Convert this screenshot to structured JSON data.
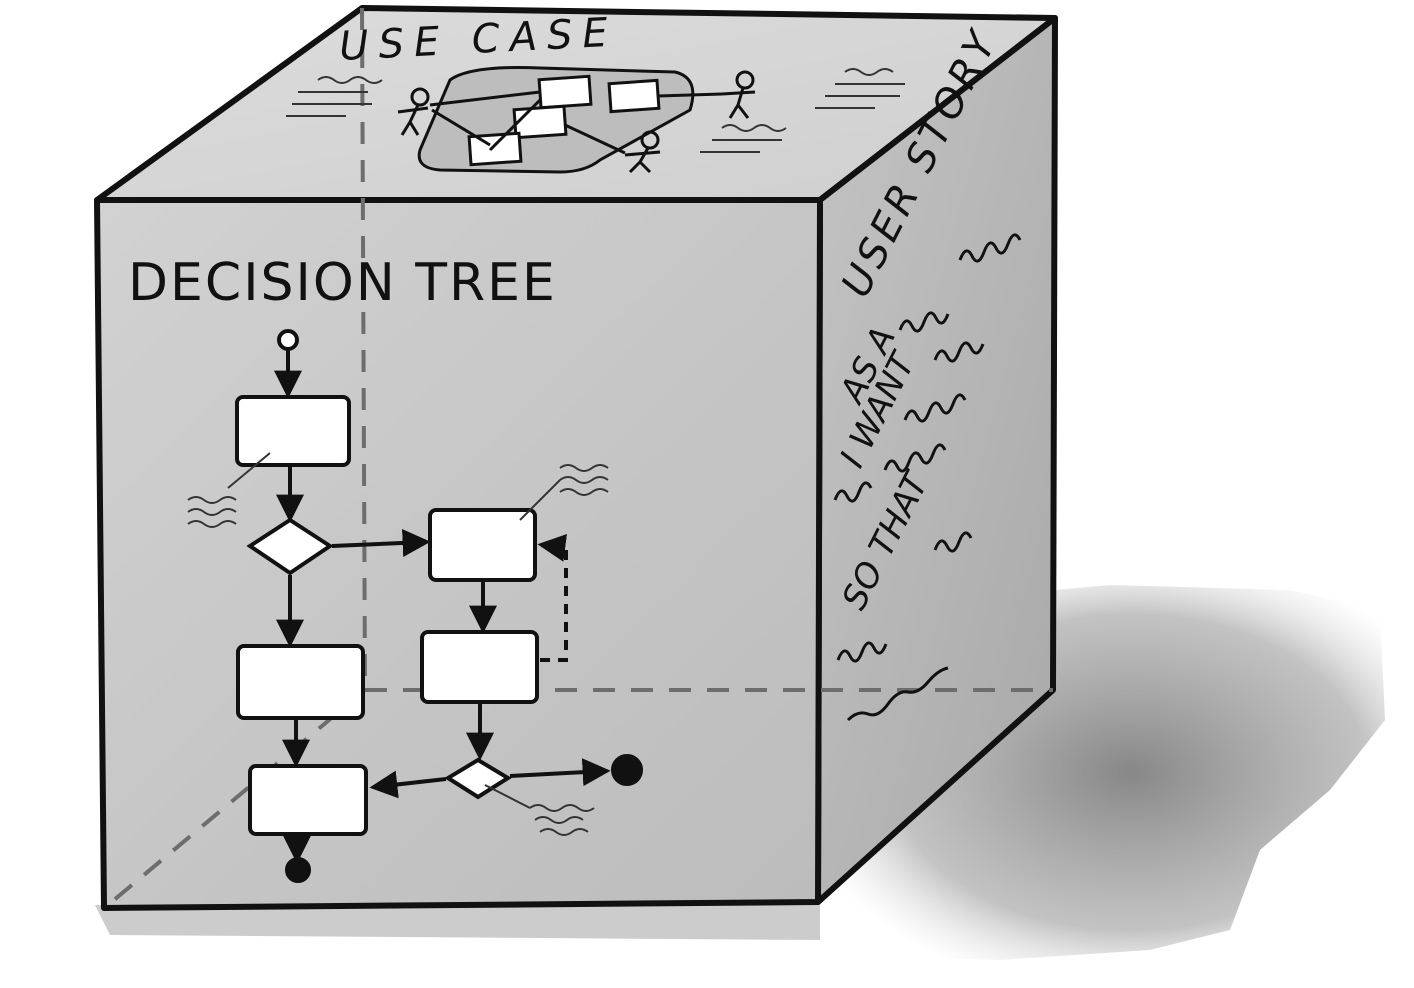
{
  "top_face": {
    "title": "USE CASE"
  },
  "front_face": {
    "title": "DECISION TREE"
  },
  "right_face": {
    "title": "USER STORY",
    "lines": [
      "AS A",
      "I WANT",
      "SO THAT"
    ]
  },
  "colors": {
    "front_face": "#c9c9c9",
    "top_face": "#d6d6d6",
    "right_face": "#b9b9b9",
    "shadow": "#8f8f8f",
    "ink": "#111111",
    "box_fill": "#ffffff"
  }
}
